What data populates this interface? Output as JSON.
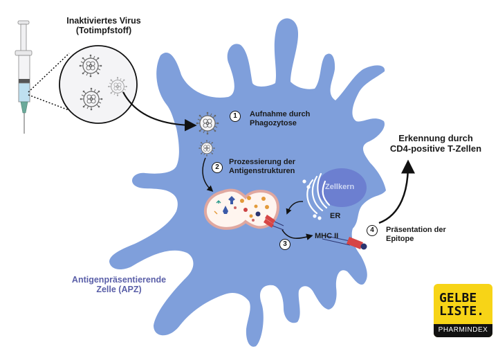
{
  "title": {
    "line1": "Inaktiviertes Virus",
    "line2": "(Totimpfstoff)"
  },
  "steps": [
    {
      "number": "1",
      "line1": "Aufnahme durch",
      "line2": "Phagozytose"
    },
    {
      "number": "2",
      "line1": "Prozessierung der",
      "line2": "Antigenstrukturen"
    },
    {
      "number": "3",
      "line1": "",
      "line2": ""
    },
    {
      "number": "4",
      "line1": "Präsentation der",
      "line2": "Epitope"
    }
  ],
  "labels": {
    "nucleus": "Zellkern",
    "er": "ER",
    "mhc": "MHC II",
    "recognition_line1": "Erkennung durch",
    "recognition_line2": "CD4-positive T-Zellen",
    "cell_line1": "Antigenpräsentierende",
    "cell_line2": "Zelle (APZ)"
  },
  "logo": {
    "line1": "GELBE",
    "line2": "LISTE.",
    "sub": "PHARMINDEX"
  },
  "colors": {
    "cell": "#7f9fdb",
    "nucleus": "#6c7fd0",
    "logo_yellow": "#f7d417",
    "apz_text": "#5a5fa8",
    "mhc_red": "#d64545"
  }
}
